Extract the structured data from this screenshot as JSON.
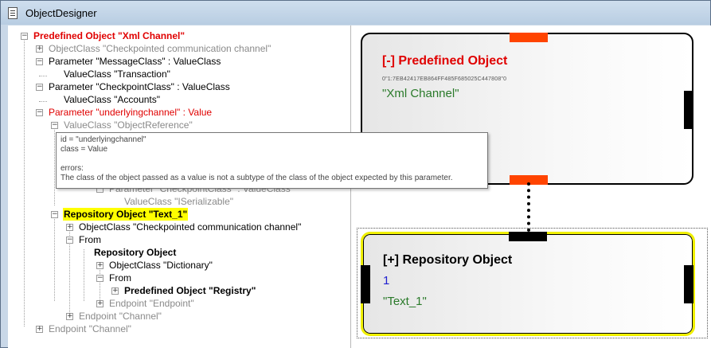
{
  "window": {
    "title": "ObjectDesigner"
  },
  "tree": {
    "nodes": [
      {
        "label": "Predefined Object \"Xml Channel\"",
        "expander": "−"
      },
      {
        "label": "ObjectClass \"Checkpointed communication channel\"",
        "expander": "+"
      },
      {
        "label": "Parameter \"MessageClass\" : ValueClass",
        "expander": "−"
      },
      {
        "label": "ValueClass \"Transaction\"",
        "expander": ""
      },
      {
        "label": "Parameter \"CheckpointClass\" : ValueClass",
        "expander": "−"
      },
      {
        "label": "ValueClass \"Accounts\"",
        "expander": ""
      },
      {
        "label": "Parameter \"underlyingchannel\" : Value",
        "expander": "−"
      },
      {
        "label": "ValueClass \"ObjectReference\"",
        "expander": "−"
      },
      {
        "label": "Parameter \"CheckpointClass\" : ValueClass",
        "expander": "−"
      },
      {
        "label": "ValueClass \"ISerializable\"",
        "expander": ""
      },
      {
        "label": "Repository Object \"Text_1\"",
        "expander": "−"
      },
      {
        "label": "ObjectClass \"Checkpointed communication channel\"",
        "expander": "+"
      },
      {
        "label": "From",
        "expander": "−"
      },
      {
        "label": "Repository Object",
        "expander": ""
      },
      {
        "label": "ObjectClass \"Dictionary\"",
        "expander": "+"
      },
      {
        "label": "From",
        "expander": "−"
      },
      {
        "label": "Predefined Object \"Registry\"",
        "expander": "+"
      },
      {
        "label": "Endpoint \"Endpoint\"",
        "expander": "+"
      },
      {
        "label": "Endpoint \"Channel\"",
        "expander": "+"
      },
      {
        "label": "Endpoint \"Channel\"",
        "expander": "+"
      }
    ]
  },
  "tooltip": {
    "lines": [
      "id = \"underlyingchannel\"",
      "class = Value",
      "",
      "errors:",
      "The class of the object passed as a value is not a subtype of the class of the object expected by this parameter."
    ]
  },
  "diagram": {
    "box1": {
      "title": "[-] Predefined Object",
      "id": "0\"1:7EB42417EB864FF485F685025C447808\"0",
      "value": "\"Xml Channel\""
    },
    "box2": {
      "title": "[+] Repository Object",
      "number": "1",
      "value": "\"Text_1\""
    }
  },
  "colors": {
    "error_red": "#e00000",
    "highlight_yellow": "#ffff00",
    "port_orange": "#ff4400",
    "value_green": "#2a7a2a",
    "number_blue": "#2020d0",
    "selected_border": "#f0f000"
  }
}
